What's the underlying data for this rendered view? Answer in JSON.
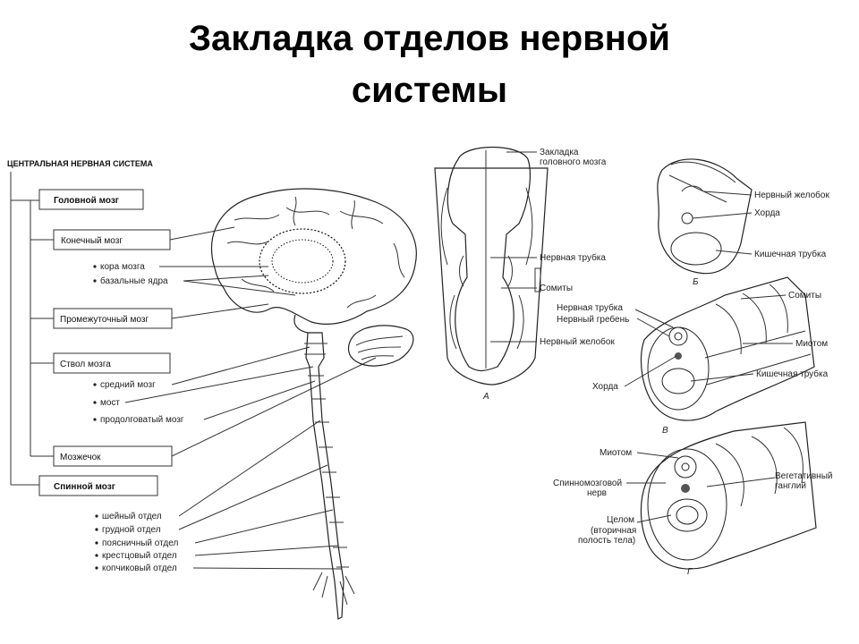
{
  "title": {
    "line1": "Закладка отделов  нервной",
    "line2": "системы"
  },
  "left": {
    "header": "ЦЕНТРАЛЬНАЯ НЕРВНАЯ СИСТЕМА",
    "golovnoy": "Головной мозг",
    "konechny": "Конечный мозг",
    "kora": "кора мозга",
    "bazalnye": "базальные ядра",
    "promezhutochny": "Промежуточный мозг",
    "stvol": "Ствол мозга",
    "sredny": "средний мозг",
    "most": "мост",
    "prodolgovaty": "продолговатый мозг",
    "mozzhechok": "Мозжечок",
    "spinnoy": "Спинной мозг",
    "sheyny": "шейный отдел",
    "grudnoy": "грудной отдел",
    "poyasnichny": "поясничный отдел",
    "kresttsovy": "крестцовый отдел",
    "kopchikovy": "копчиковый отдел"
  },
  "figA": {
    "zakladka1": "Закладка",
    "zakladka2": "головного мозга",
    "nervnaya_trubka": "Нервная трубка",
    "somity": "Сомиты",
    "nervny_zhelobok": "Нервный желобок",
    "letter": "А"
  },
  "figB": {
    "nervny_zhelobok": "Нервный желобок",
    "horda": "Хорда",
    "kishechnaya": "Кишечная трубка",
    "letter": "Б"
  },
  "figV": {
    "nervnaya_trubka": "Нервная трубка",
    "nervny_greben": "Нервный гребень",
    "somity": "Сомиты",
    "miotom": "Миотом",
    "kishechnaya": "Кишечная трубка",
    "horda": "Хорда",
    "letter": "В"
  },
  "figG": {
    "miotom": "Миотом",
    "vegetativny1": "Вегетативный",
    "vegetativny2": "ганглий",
    "spinnomozgovoy1": "Спинномозговой",
    "spinnomozgovoy2": "нерв",
    "tselom1": "Целом",
    "tselom2": "(вторичная",
    "tselom3": "полость тела)",
    "letter": "Г"
  }
}
